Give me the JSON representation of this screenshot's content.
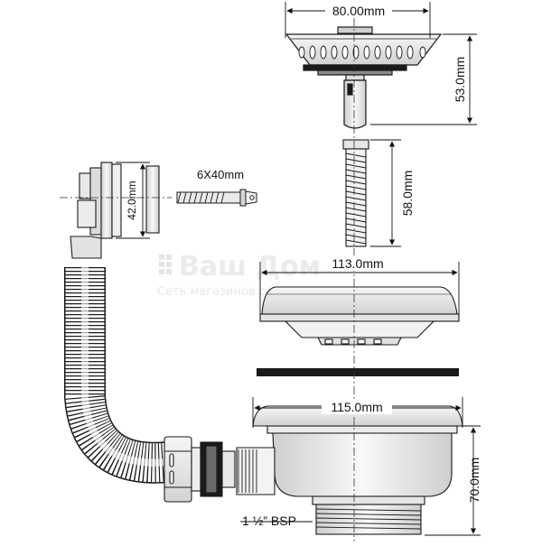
{
  "dimensions": {
    "strainer_width": "80.00mm",
    "strainer_height": "53.0mm",
    "screw": "6X40mm",
    "connector_height": "42.0mm",
    "pin_length": "58.0mm",
    "flange_width": "113.0mm",
    "body_width": "115.0mm",
    "body_height": "70.0mm",
    "thread": "1 ½” BSP"
  },
  "watermark": {
    "brand": "Ваш Дом",
    "tagline": "Сеть магазинов сантехники"
  },
  "colors": {
    "line": "#1a1a1a",
    "metal": "#e6e6e6",
    "watermark": "#d9d9d9"
  }
}
